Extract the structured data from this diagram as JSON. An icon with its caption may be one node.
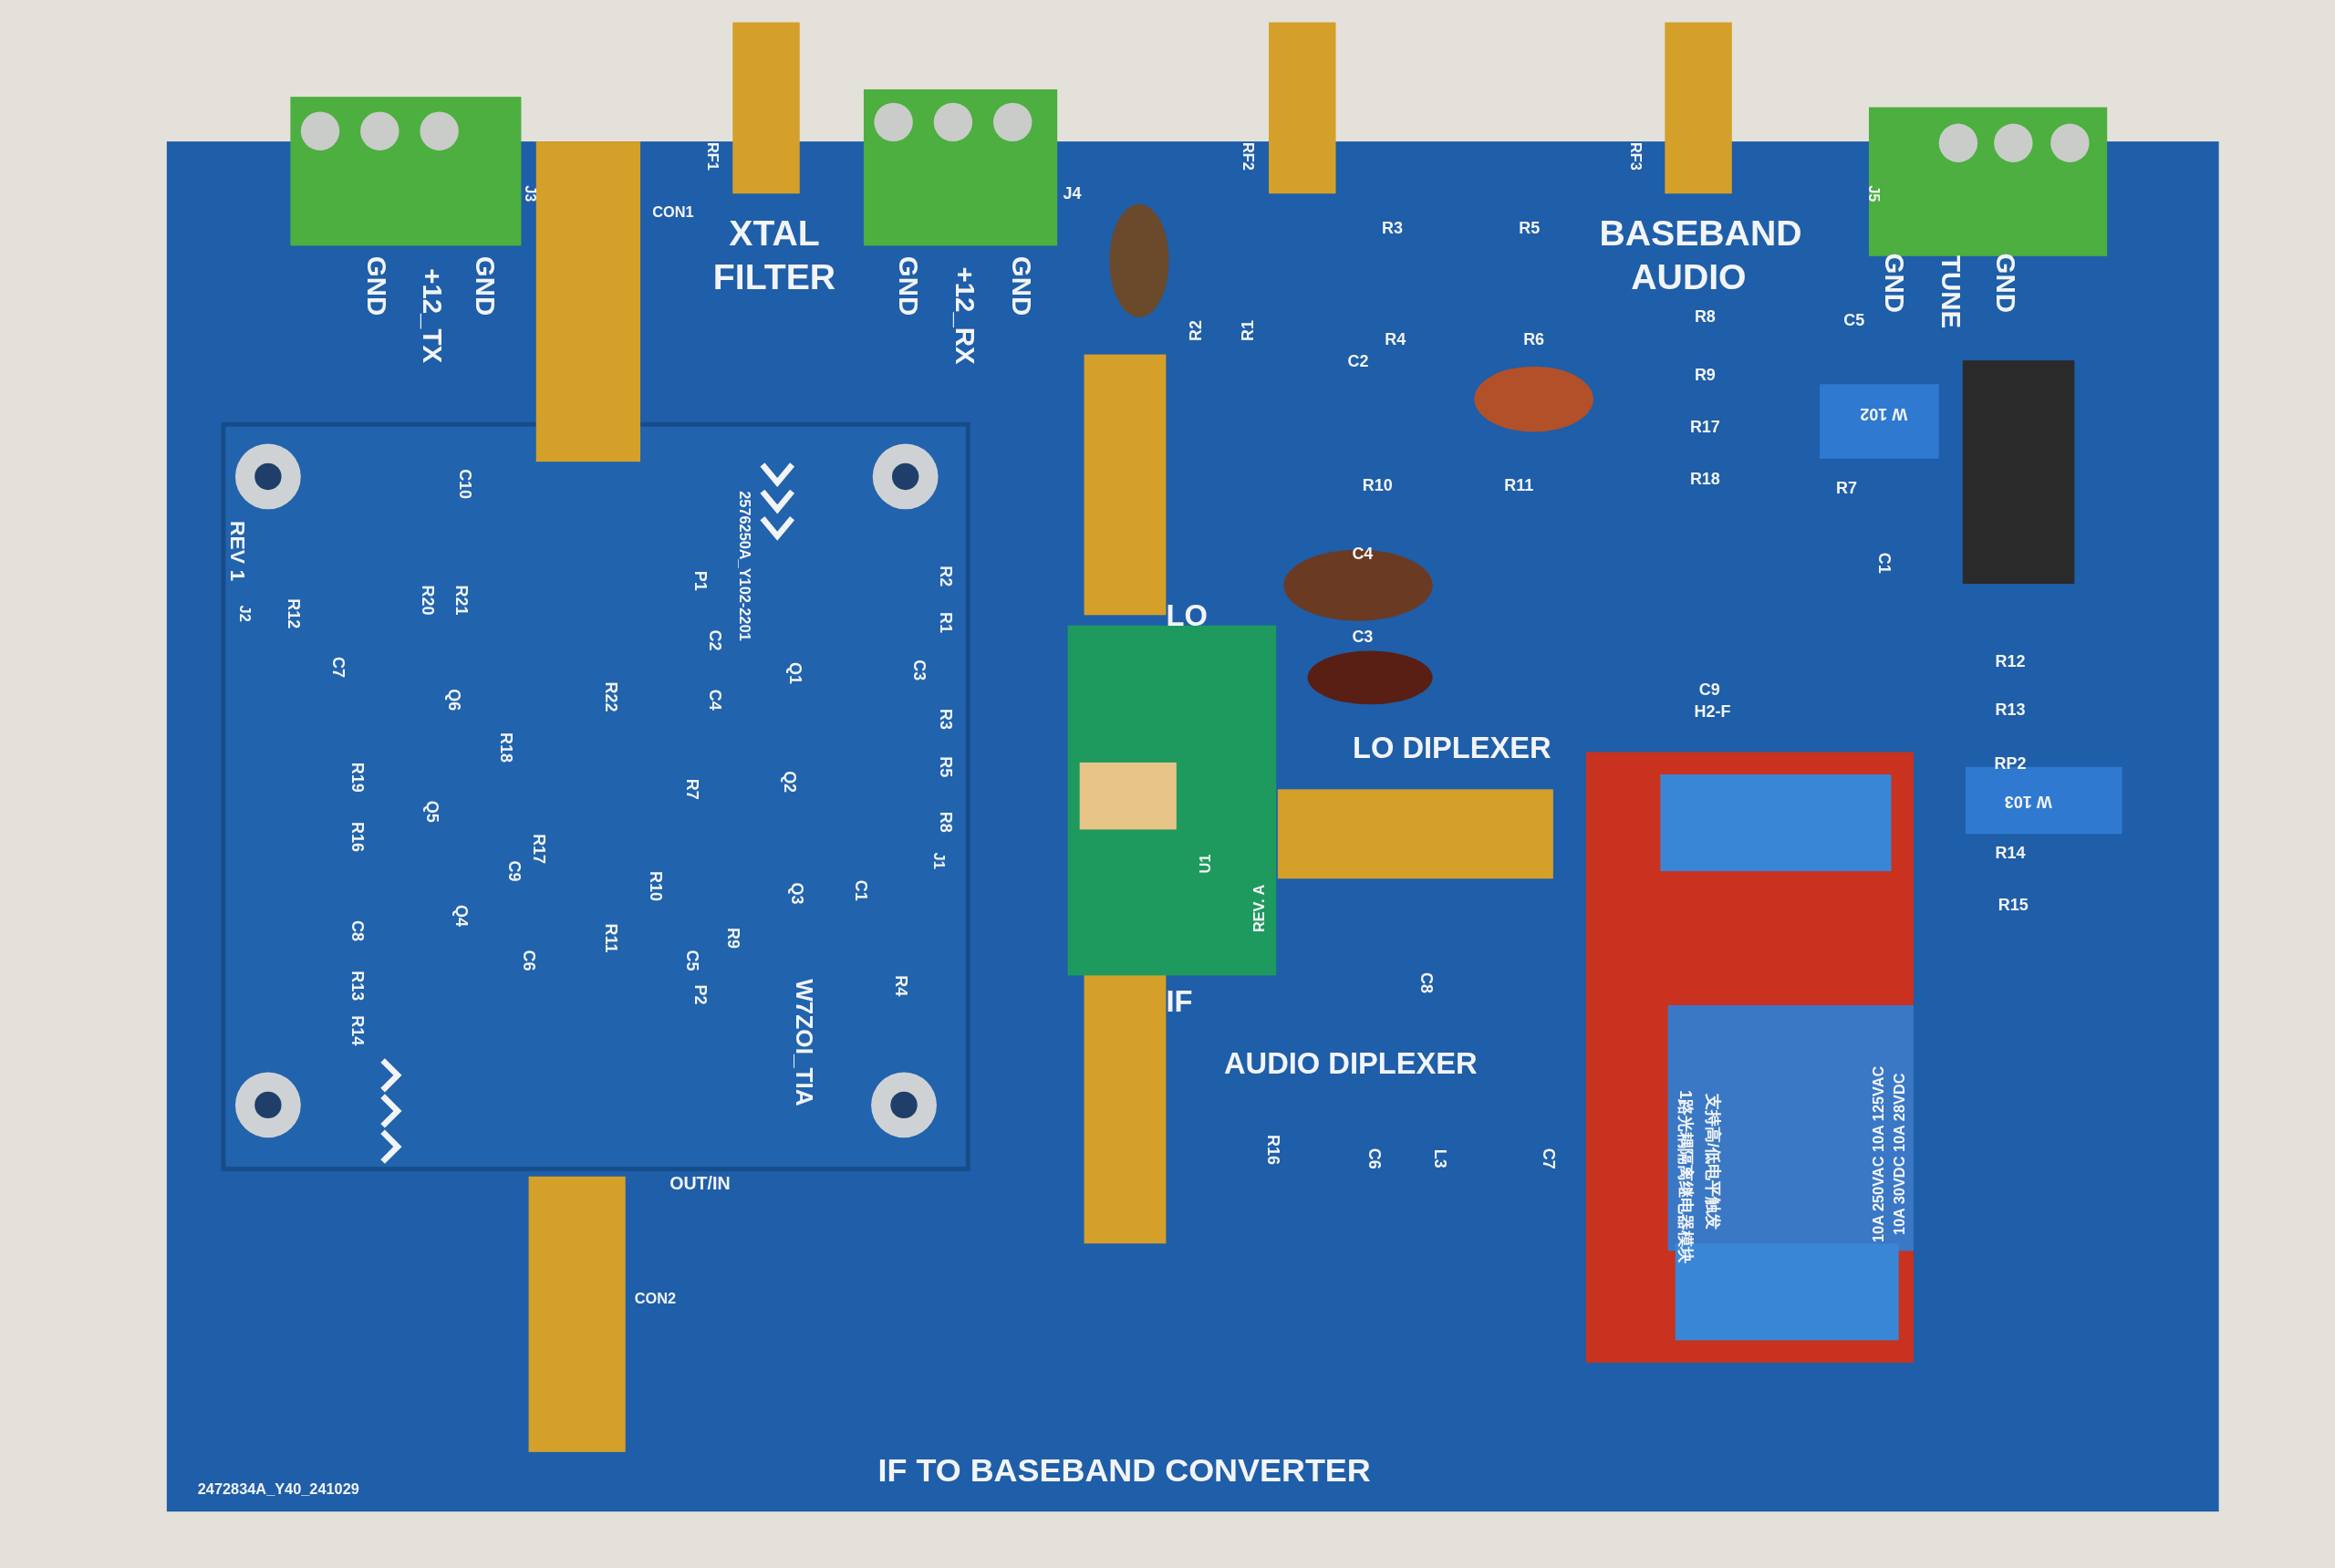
{
  "diagram": {
    "labels": [
      "GND",
      "+12_TX",
      "GND",
      "J3",
      "CON1",
      "RF1",
      "XTAL",
      "FILTER",
      "GND",
      "+12_RX",
      "GND",
      "J4",
      "RF2",
      "R3",
      "R5",
      "RF3",
      "BASEBAND",
      "AUDIO",
      "J5",
      "GND",
      "TUNE",
      "GND",
      "R2",
      "R1",
      "R4",
      "R6",
      "C2",
      "R8",
      "R9",
      "R17",
      "R18",
      "C5",
      "W 102",
      "R10",
      "R11",
      "C4",
      "C3",
      "R7",
      "C1",
      "C9",
      "H2-F",
      "R12",
      "R13",
      "RP2",
      "W 103",
      "R14",
      "R15",
      "LO",
      "LO DIPLEXER",
      "U1",
      "REV. A",
      "IF",
      "C8",
      "AUDIO DIPLEXER",
      "R16",
      "C6",
      "L3",
      "C7",
      "1路光耦隔离继电器模块",
      "支持高/低电平触发",
      "10A 250VAC 10A 125VAC",
      "10A 30VDC 10A 28VDC",
      "REV 1",
      "J2",
      "C10",
      "R12",
      "R20",
      "R21",
      "C7",
      "2576250A_Y102-2201",
      "P1",
      "C2",
      "C4",
      "R22",
      "Q1",
      "R2",
      "R1",
      "C3",
      "R3",
      "R5",
      "R8",
      "Q6",
      "R19",
      "R18",
      "R17",
      "Q5",
      "R16",
      "C9",
      "Q4",
      "C8",
      "C6",
      "R13",
      "R14",
      "R7",
      "Q2",
      "R10",
      "R11",
      "C5",
      "Q3",
      "R9",
      "C1",
      "R4",
      "J1",
      "P2",
      "W7ZOI_TIA",
      "OUT/IN",
      "CON2",
      "2472834A_Y40_241029",
      "IF TO BASEBAND CONVERTER"
    ]
  }
}
